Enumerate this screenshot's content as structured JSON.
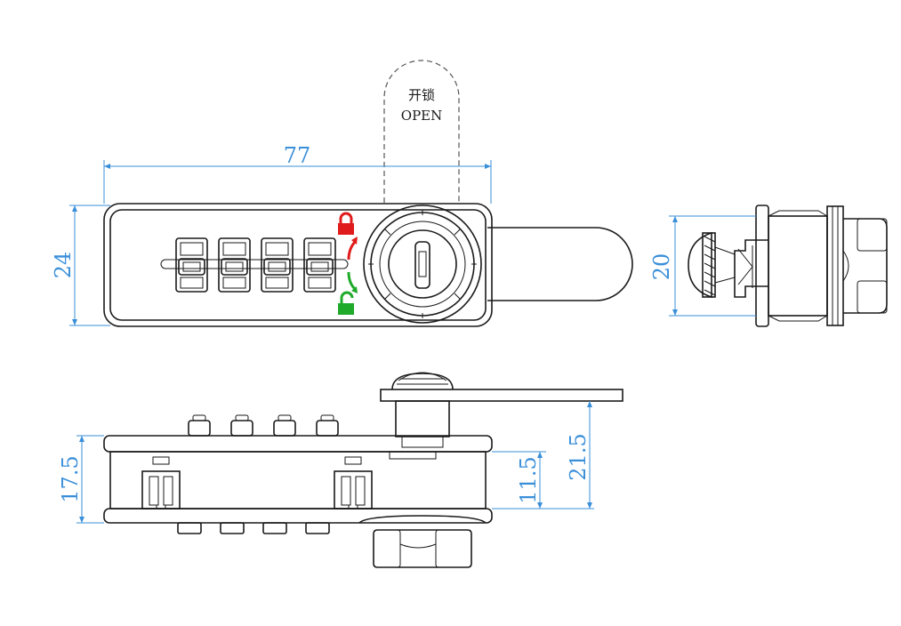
{
  "title": "",
  "colors": {
    "line": "#1a1a1a",
    "dimension": "#3a8fd9",
    "locked_icon": "#e01b1b",
    "unlocked_icon": "#1faa2a"
  },
  "icons": {
    "locked": "padlock-closed-icon",
    "unlocked": "padlock-open-icon",
    "lock_arrow": "curved-arrow-up-icon",
    "unlock_arrow": "curved-arrow-down-icon"
  },
  "open_note": {
    "chinese": "开锁",
    "english": "OPEN"
  },
  "dimensions": {
    "length": "77",
    "height": "24",
    "side_height": "20",
    "body_thickness": "17.5",
    "cam_offset": "11.5",
    "total_depth": "21.5"
  }
}
